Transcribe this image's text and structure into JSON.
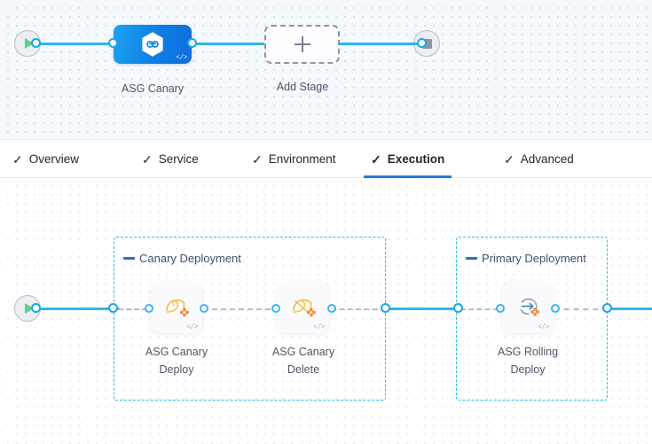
{
  "stage_canvas": {
    "start_node": {
      "icon": "play-icon",
      "name": "pipeline-start"
    },
    "end_node": {
      "icon": "stop-icon",
      "name": "pipeline-end"
    },
    "stages": [
      {
        "id": "asg-canary",
        "label": "ASG Canary",
        "icon": "harness-hexagon-icon",
        "badge": "</>",
        "type": "stage"
      },
      {
        "id": "add-stage",
        "label": "Add Stage",
        "icon": "plus-icon",
        "type": "add"
      }
    ]
  },
  "tabs": [
    {
      "id": "overview",
      "label": "Overview",
      "tick": "✓",
      "active": false
    },
    {
      "id": "service",
      "label": "Service",
      "tick": "✓",
      "active": false
    },
    {
      "id": "environment",
      "label": "Environment",
      "tick": "✓",
      "active": false
    },
    {
      "id": "execution",
      "label": "Execution",
      "tick": "✓",
      "active": true
    },
    {
      "id": "advanced",
      "label": "Advanced",
      "tick": "✓",
      "active": false
    }
  ],
  "execution_canvas": {
    "start_node": {
      "icon": "play-icon",
      "name": "execution-start"
    },
    "groups": [
      {
        "id": "canary-deployment",
        "label": "Canary Deployment",
        "collapse_icon": "minus-icon",
        "steps": [
          {
            "id": "asg-canary-deploy",
            "label": "ASG Canary\nDeploy",
            "icon": "asg-canary-deploy-icon",
            "badge": "</>"
          },
          {
            "id": "asg-canary-delete",
            "label": "ASG Canary\nDelete",
            "icon": "asg-canary-delete-icon",
            "badge": "</>"
          }
        ]
      },
      {
        "id": "primary-deployment",
        "label": "Primary Deployment",
        "collapse_icon": "minus-icon",
        "steps": [
          {
            "id": "asg-rolling-deploy",
            "label": "ASG Rolling\nDeploy",
            "icon": "asg-rolling-deploy-icon",
            "badge": "</>"
          }
        ]
      }
    ]
  },
  "colors": {
    "link": "#2cb7f0",
    "group_border": "#2cb7f0",
    "tab_active_underline": "#1d7fd4",
    "stage_card": "#0f7fe3",
    "accent_orange": "#f4873a",
    "canvas_top_bg": "#f4f9fd",
    "canvas_bottom_bg": "#ffffff"
  }
}
